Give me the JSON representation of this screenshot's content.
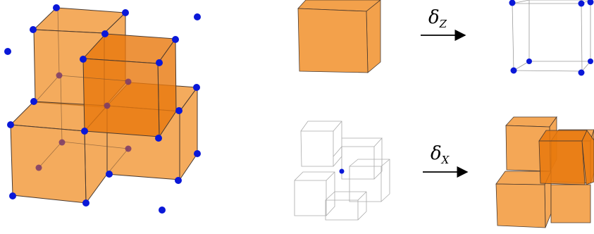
{
  "labels": {
    "delta_z": {
      "symbol": "δ",
      "subscript": "Z"
    },
    "delta_x": {
      "symbol": "δ",
      "subscript": "X"
    }
  },
  "colors": {
    "cube_fill": "#F08A1E",
    "cube_edge": "#4a3a30",
    "wire_edge": "#9a9a9a",
    "vertex": "#0a18d8",
    "hidden_vertex": "#7a3a6a",
    "arrow": "#000000"
  }
}
